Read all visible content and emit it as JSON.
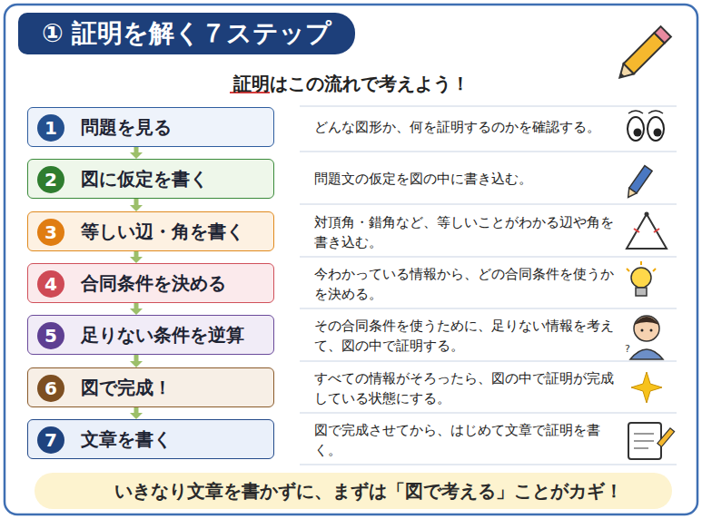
{
  "diagram": {
    "title": "① 証明を解く７ステップ",
    "nodes": [
      {
        "text": [
          "問題を見る"
        ]
      },
      {
        "text": [
          "1"
        ],
        "in": 0
      },
      {
        "text": [
          "図に仮定を書く"
        ]
      },
      {
        "text": [
          "2"
        ],
        "in": 2
      },
      {
        "text": [
          "等しい辺・角を書く"
        ]
      },
      {
        "text": [
          "3"
        ],
        "in": 4
      },
      {
        "text": [
          "合同条件を決める"
        ]
      },
      {
        "text": [
          "4"
        ],
        "in": 6
      },
      {
        "text": [
          "足りない条件を逆算"
        ]
      },
      {
        "text": [
          "5"
        ],
        "in": 8
      },
      {
        "text": [
          "図で完成！"
        ]
      },
      {
        "text": [
          "6"
        ],
        "in": 10
      },
      {
        "text": [
          "文章を書く"
        ]
      },
      {
        "text": [
          "7"
        ],
        "in": 12
      },
      {
        "text": [
          "いきなり文章を書かずに、まずは「図で考える」ことがカギ！"
        ]
      }
    ],
    "edges": [
      {
        "from": 0,
        "to": 2,
        "arrow": "to"
      },
      {
        "from": 2,
        "to": 4,
        "arrow": "to"
      },
      {
        "from": 4,
        "to": 6,
        "arrow": "to"
      },
      {
        "from": 6,
        "to": 8,
        "arrow": "to"
      },
      {
        "from": 8,
        "to": 10,
        "arrow": "to"
      },
      {
        "from": 10,
        "to": 12,
        "arrow": "to"
      }
    ],
    "labels": [
      "証明はこの流れで考えよう！",
      "どんな図形か、何を証明するのかを確認する。",
      "問題文の仮定を図の中に書き込む。",
      "対頂角・錯角など、等しいことがわかる辺や角を書き込む。",
      "今わかっている情報から、どの合同条件を使うかを決める。",
      "その合同条件を使うために、足りない情報を考えて、図の中で証明する。",
      "すべての情報がそろったら、図の中で証明が完成している状態にする。",
      "図で完成させてから、はじめて文章で証明を書く。"
    ]
  }
}
